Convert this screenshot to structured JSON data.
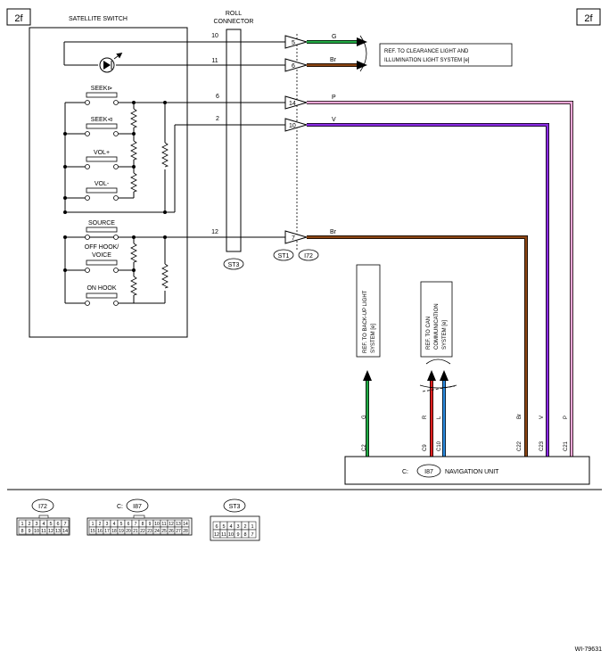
{
  "page": {
    "code_left": "2f",
    "code_right": "2f",
    "figure_id": "WI-79631"
  },
  "satellite_switch": {
    "title": "SATELLITE SWITCH",
    "switches": [
      "SEEK▷",
      "SEEK◁",
      "VOL+",
      "VOL-",
      "SOURCE",
      "OFF HOOK/\nVOICE",
      "ON HOOK"
    ],
    "switch_lines": [
      "SEEK⊳",
      "SEEK⊲",
      "VOL+",
      "VOL-",
      "SOURCE",
      "OFF HOOK/",
      "VOICE",
      "ON HOOK"
    ]
  },
  "roll_connector": {
    "title_line1": "ROLL",
    "title_line2": "CONNECTOR",
    "label": "ST3",
    "pins": [
      "10",
      "11",
      "6",
      "2",
      "12"
    ]
  },
  "connector_i72": {
    "label_st1": "ST1",
    "label_i72": "I72",
    "pins": [
      "5",
      "6",
      "14",
      "10",
      "7"
    ]
  },
  "wires": {
    "top": [
      {
        "color_code": "G",
        "color": "#22aa44"
      },
      {
        "color_code": "Br",
        "color": "#8b4513"
      }
    ],
    "to_nav": [
      {
        "color_code": "P",
        "color": "#f5a8d8"
      },
      {
        "color_code": "V",
        "color": "#8a2be2"
      },
      {
        "color_code": "Br",
        "color": "#8b4513"
      }
    ]
  },
  "references": {
    "clearance": "REF. TO CLEARANCE LIGHT AND\nILLUMINATION LIGHT SYSTEM [e]",
    "clearance_line1": "REF. TO CLEARANCE LIGHT AND",
    "clearance_line2": "ILLUMINATION LIGHT SYSTEM [e]",
    "backup_line1": "REF. TO BACK-UP LIGHT",
    "backup_line2": "SYSTEM [e]",
    "can_line1": "REF. TO CAN",
    "can_line2": "COMMUNICATION",
    "can_line3": "SYSTEM [e]"
  },
  "navigation_unit": {
    "prefix": "C:",
    "connector": "I87",
    "name": "NAVIGATION UNIT",
    "terminals": [
      {
        "pin": "C2",
        "color_code": "G",
        "color": "#22aa44"
      },
      {
        "pin": "C9",
        "color_code": "R",
        "color": "#e02020"
      },
      {
        "pin": "C10",
        "color_code": "L",
        "color": "#2a8adf"
      },
      {
        "pin": "C22",
        "color_code": "Br",
        "color": "#8b4513"
      },
      {
        "pin": "C23",
        "color_code": "V",
        "color": "#8a2be2"
      },
      {
        "pin": "C21",
        "color_code": "P",
        "color": "#f5a8d8"
      }
    ]
  },
  "legend": {
    "i72": {
      "label": "I72",
      "row1": [
        "1",
        "2",
        "3",
        "4",
        "5",
        "6",
        "7"
      ],
      "row2": [
        "8",
        "9",
        "10",
        "11",
        "12",
        "13",
        "14"
      ]
    },
    "i87": {
      "prefix": "C:",
      "label": "I87",
      "row1": [
        "1",
        "2",
        "3",
        "4",
        "5",
        "6",
        "7",
        "8",
        "9",
        "10",
        "11",
        "12",
        "13",
        "14"
      ],
      "row2": [
        "15",
        "16",
        "17",
        "18",
        "19",
        "20",
        "21",
        "22",
        "23",
        "24",
        "25",
        "26",
        "27",
        "28"
      ]
    },
    "st3": {
      "label": "ST3",
      "row1": [
        "6",
        "5",
        "4",
        "3",
        "2",
        "1"
      ],
      "row2": [
        "12",
        "11",
        "10",
        "9",
        "8",
        "7"
      ]
    }
  }
}
